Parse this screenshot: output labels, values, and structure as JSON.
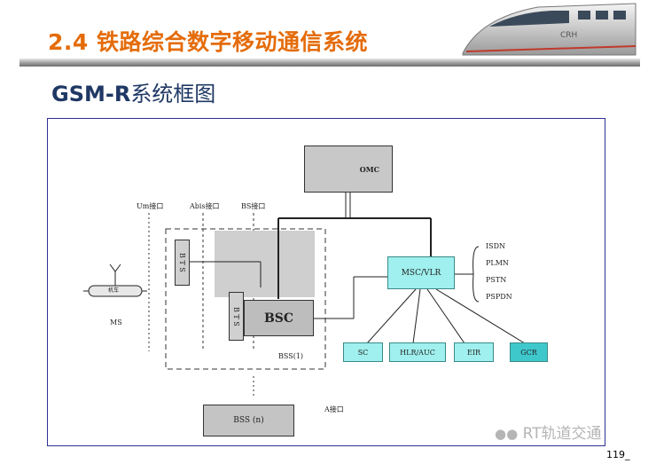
{
  "header": {
    "title": "2.4 铁路综合数字移动通信系统",
    "train_logo_text": "CRH"
  },
  "slide": {
    "subtitle_prefix": "GSM-R",
    "subtitle_suffix": "系统框图",
    "page_number": "119_",
    "watermark": "RT轨道交通"
  },
  "diagram": {
    "omc": "OMC",
    "interfaces": {
      "um": "Um接口",
      "abis": "Abis接口",
      "bs": "BS接口",
      "a": "A接口"
    },
    "bts_top": "B T S",
    "bts_bottom": "B T S",
    "bsc": "BSC",
    "bss1": "BSS(1)",
    "bssn": "BSS (n)",
    "ms": "MS",
    "vehicle": "机车",
    "msc_vlr": "MSC/VLR",
    "networks": [
      "ISDN",
      "PLMN",
      "PSTN",
      "PSPDN"
    ],
    "sc": "SC",
    "hlr_auc": "HLR/AUC",
    "eir": "EIR",
    "gcr": "GCR"
  },
  "colors": {
    "title": "#e46c0a",
    "subtitle": "#1f3864",
    "frame": "#2e3192",
    "node_fill": "#9ff0ee",
    "gray_fill": "#c8c8c8"
  }
}
